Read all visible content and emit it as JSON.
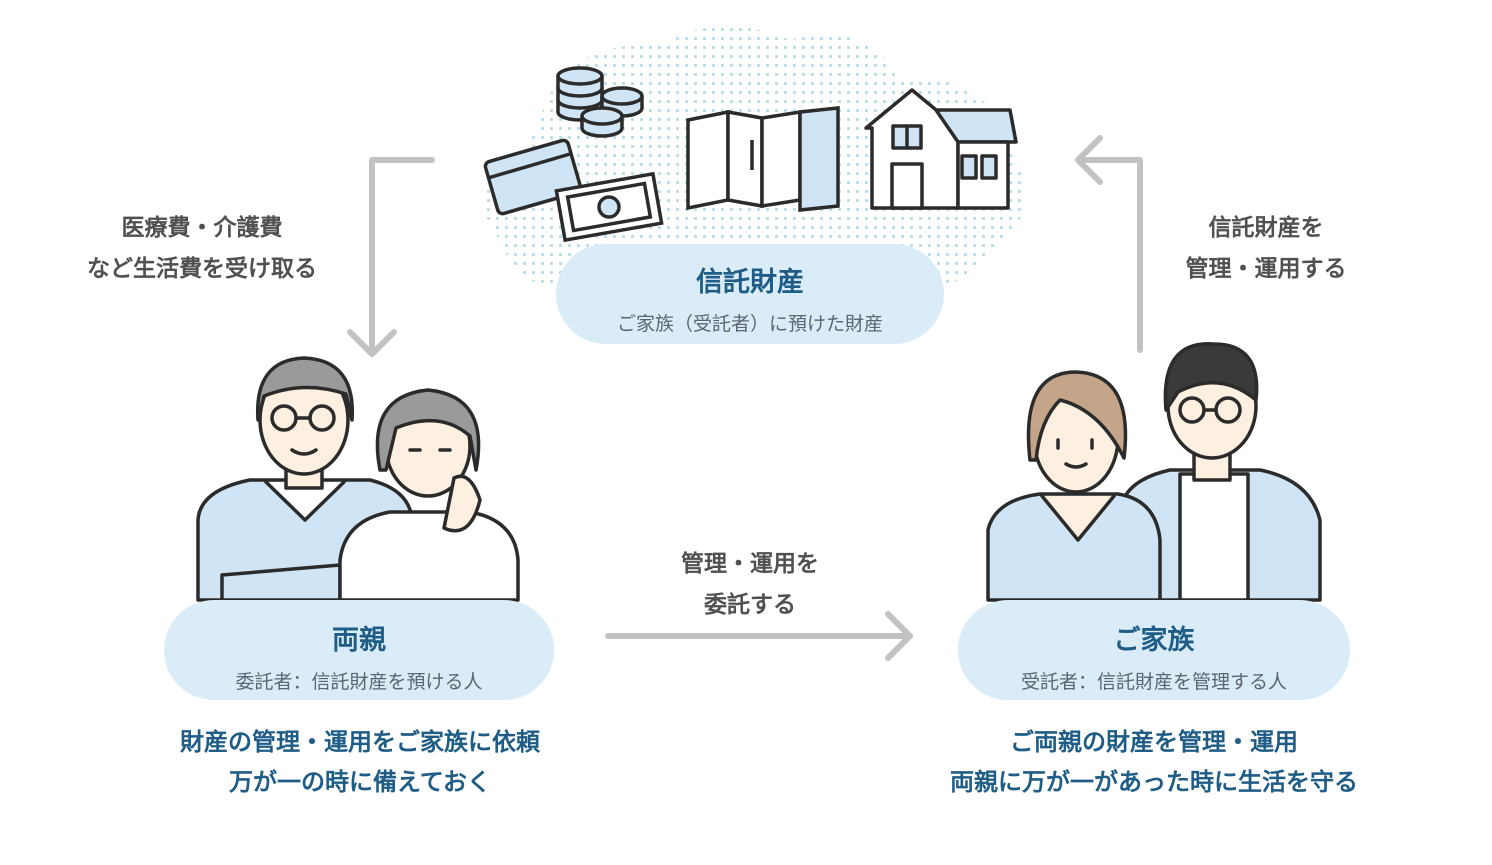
{
  "trust_property": {
    "title": "信託財産",
    "subtitle": "ご家族（受託者）に預けた財産"
  },
  "parents": {
    "title": "両親",
    "subtitle": "委託者：信託財産を預ける人",
    "description": [
      "財産の管理・運用をご家族に依頼",
      "万が一の時に備えておく"
    ]
  },
  "family": {
    "title": "ご家族",
    "subtitle": "受託者：信託財産を管理する人",
    "description": [
      "ご両親の財産を管理・運用",
      "両親に万が一があった時に生活を守る"
    ]
  },
  "arrows": {
    "left_label": [
      "医療費・介護費",
      "など生活費を受け取る"
    ],
    "right_label": [
      "信託財産を",
      "管理・運用する"
    ],
    "bottom_label": [
      "管理・運用を",
      "委託する"
    ]
  },
  "colors": {
    "pill_bg": "#d9ecf7",
    "title_blue": "#1f5d86",
    "illustration_blue": "#cfe5f5",
    "arrow_gray": "#c2c2c2",
    "line": "#2b2b2b"
  },
  "icons": [
    "coin-stack-icon",
    "credit-card-icon",
    "banknote-icon",
    "land-map-icon",
    "house-icon"
  ]
}
